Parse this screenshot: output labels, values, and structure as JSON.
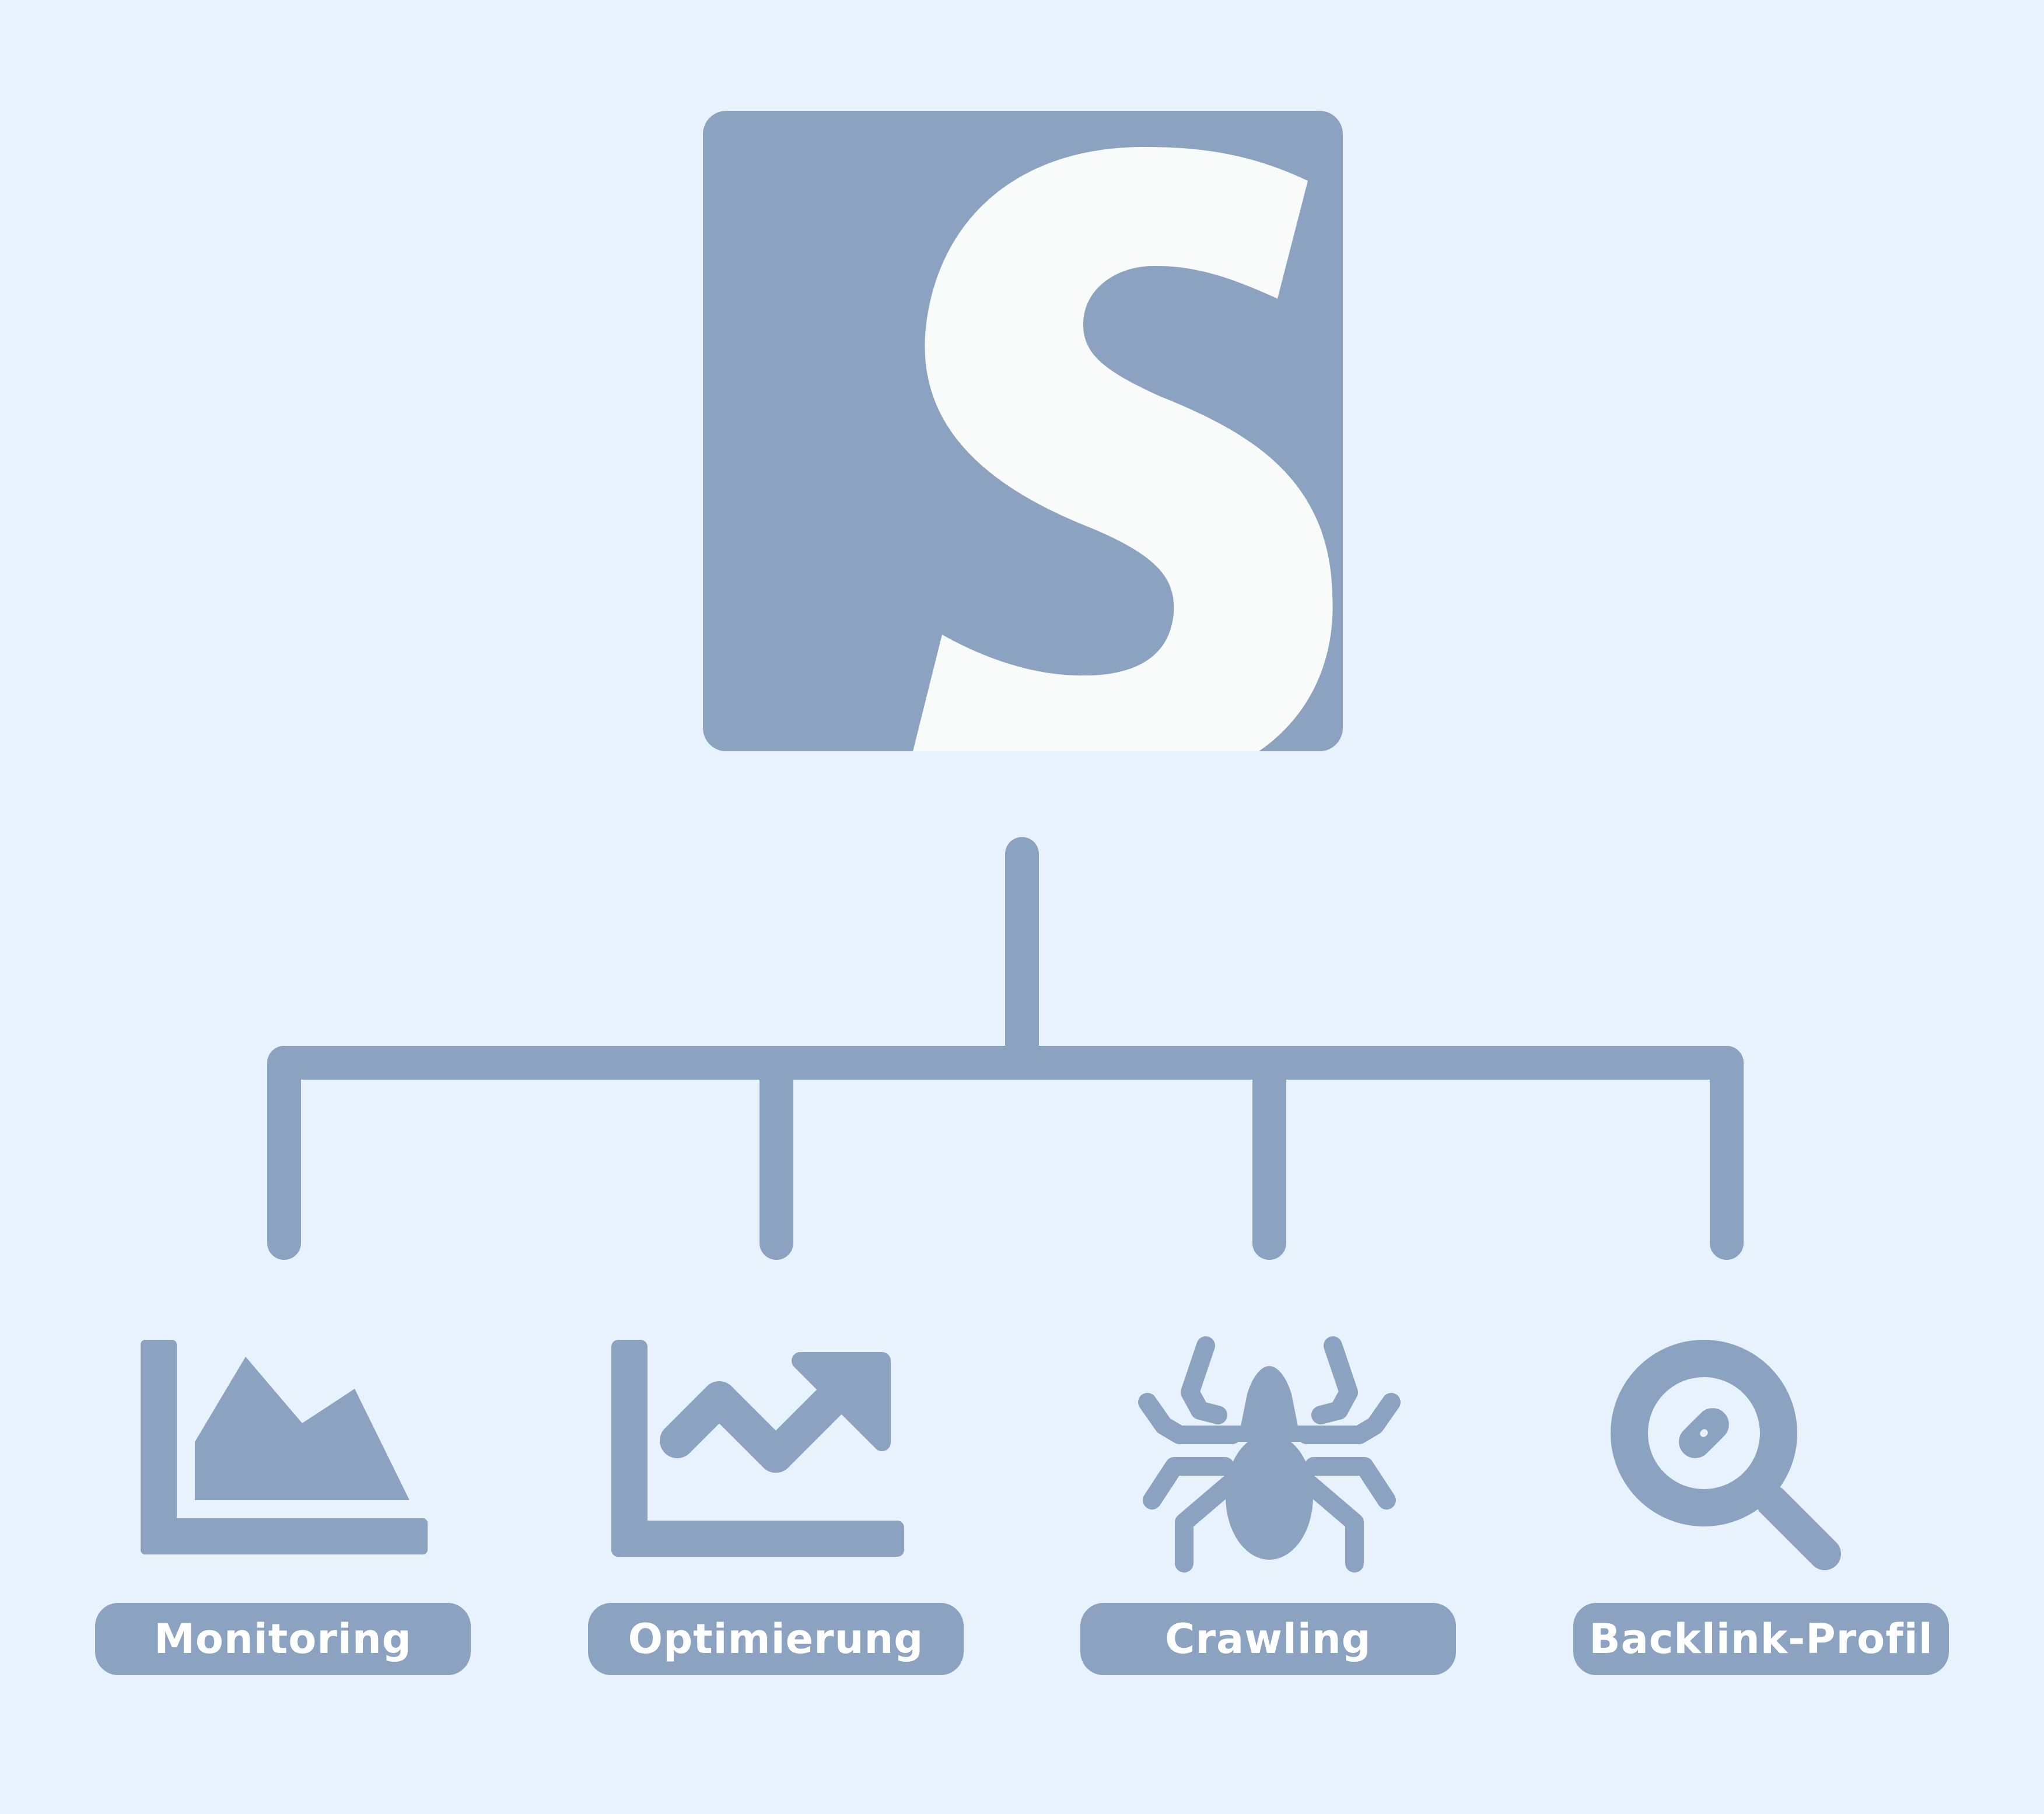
{
  "colors": {
    "background": "#e8f2fd",
    "accent": "#8ca2c1",
    "logo_letter": "#f9fafa",
    "label_text": "#ffffff"
  },
  "logo": {
    "name": "s-logo",
    "letter": "S"
  },
  "children": [
    {
      "id": "monitoring",
      "icon": "area-chart-icon",
      "label": "Monitoring"
    },
    {
      "id": "optimierung",
      "icon": "trending-up-chart-icon",
      "label": "Optimierung"
    },
    {
      "id": "crawling",
      "icon": "spider-icon",
      "label": "Crawling"
    },
    {
      "id": "backlink-profil",
      "icon": "link-search-icon",
      "label": "Backlink-Profil"
    }
  ]
}
